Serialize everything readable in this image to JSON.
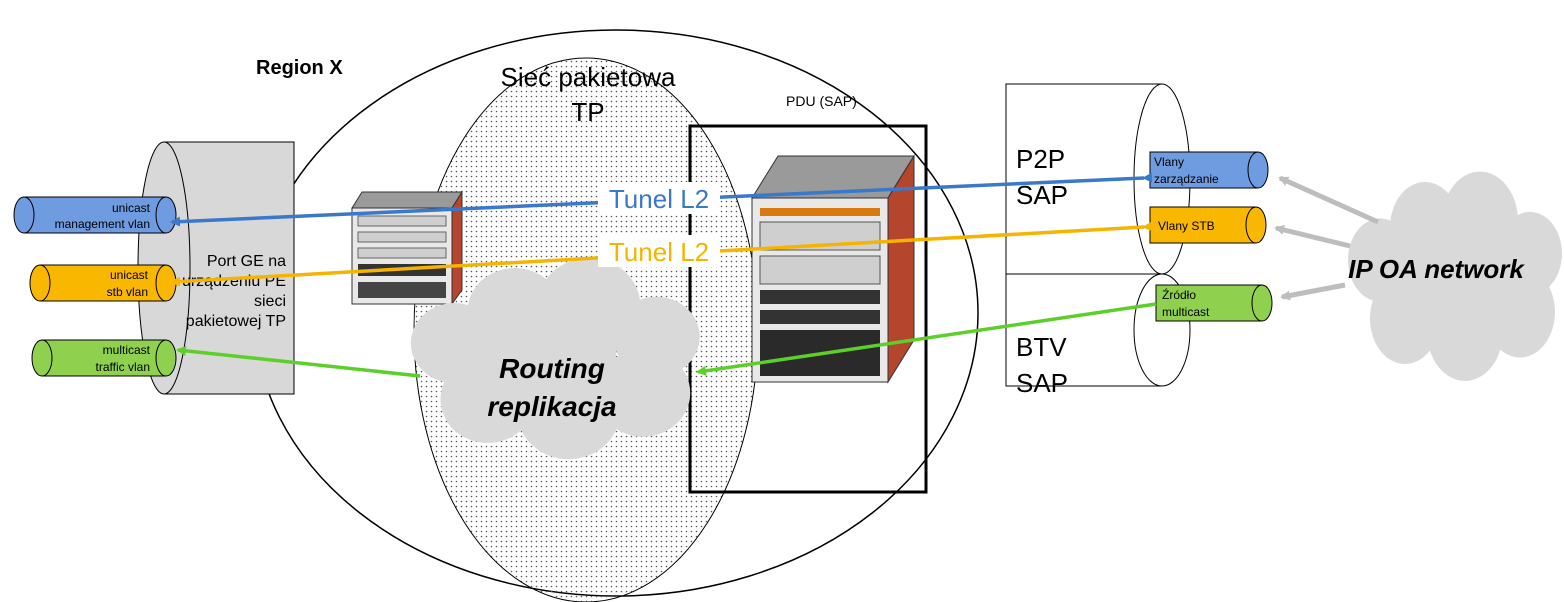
{
  "region_label": "Region X",
  "packet_net_label": [
    "Sieć pakietowa",
    "TP"
  ],
  "pdu_label": "PDU (SAP)",
  "port_label": [
    "Port GE na",
    "urządzeniu PE",
    "sieci",
    "pakietowej TP"
  ],
  "left_vlans": [
    {
      "lines": [
        "unicast",
        "management vlan"
      ],
      "color": "#6f9be0"
    },
    {
      "lines": [
        "unicast",
        "stb vlan"
      ],
      "color": "#f9b700"
    },
    {
      "lines": [
        "multicast",
        "traffic vlan"
      ],
      "color": "#8fd14f"
    }
  ],
  "tunnels": [
    {
      "label": "Tunel L2",
      "color": "#3a78c9"
    },
    {
      "label": "Tunel L2",
      "color": "#f5b400"
    }
  ],
  "routing_cloud": [
    "Routing",
    "replikacja"
  ],
  "sap_p2p": [
    "P2P",
    "SAP"
  ],
  "sap_btv": [
    "BTV",
    "SAP"
  ],
  "right_vlans": [
    {
      "lines": [
        "Vlany",
        "zarządzanie"
      ],
      "color": "#6f9be0"
    },
    {
      "lines": [
        "Vlany STB"
      ],
      "color": "#f9b700"
    },
    {
      "lines": [
        "Źródło",
        "multicast"
      ],
      "color": "#8fd14f"
    }
  ],
  "ip_cloud": "IP OA network",
  "colors": {
    "blue_arrow": "#3a78c9",
    "orange_arrow": "#f5b400",
    "green_arrow": "#5ccf2a",
    "router_red": "#b5452c"
  }
}
